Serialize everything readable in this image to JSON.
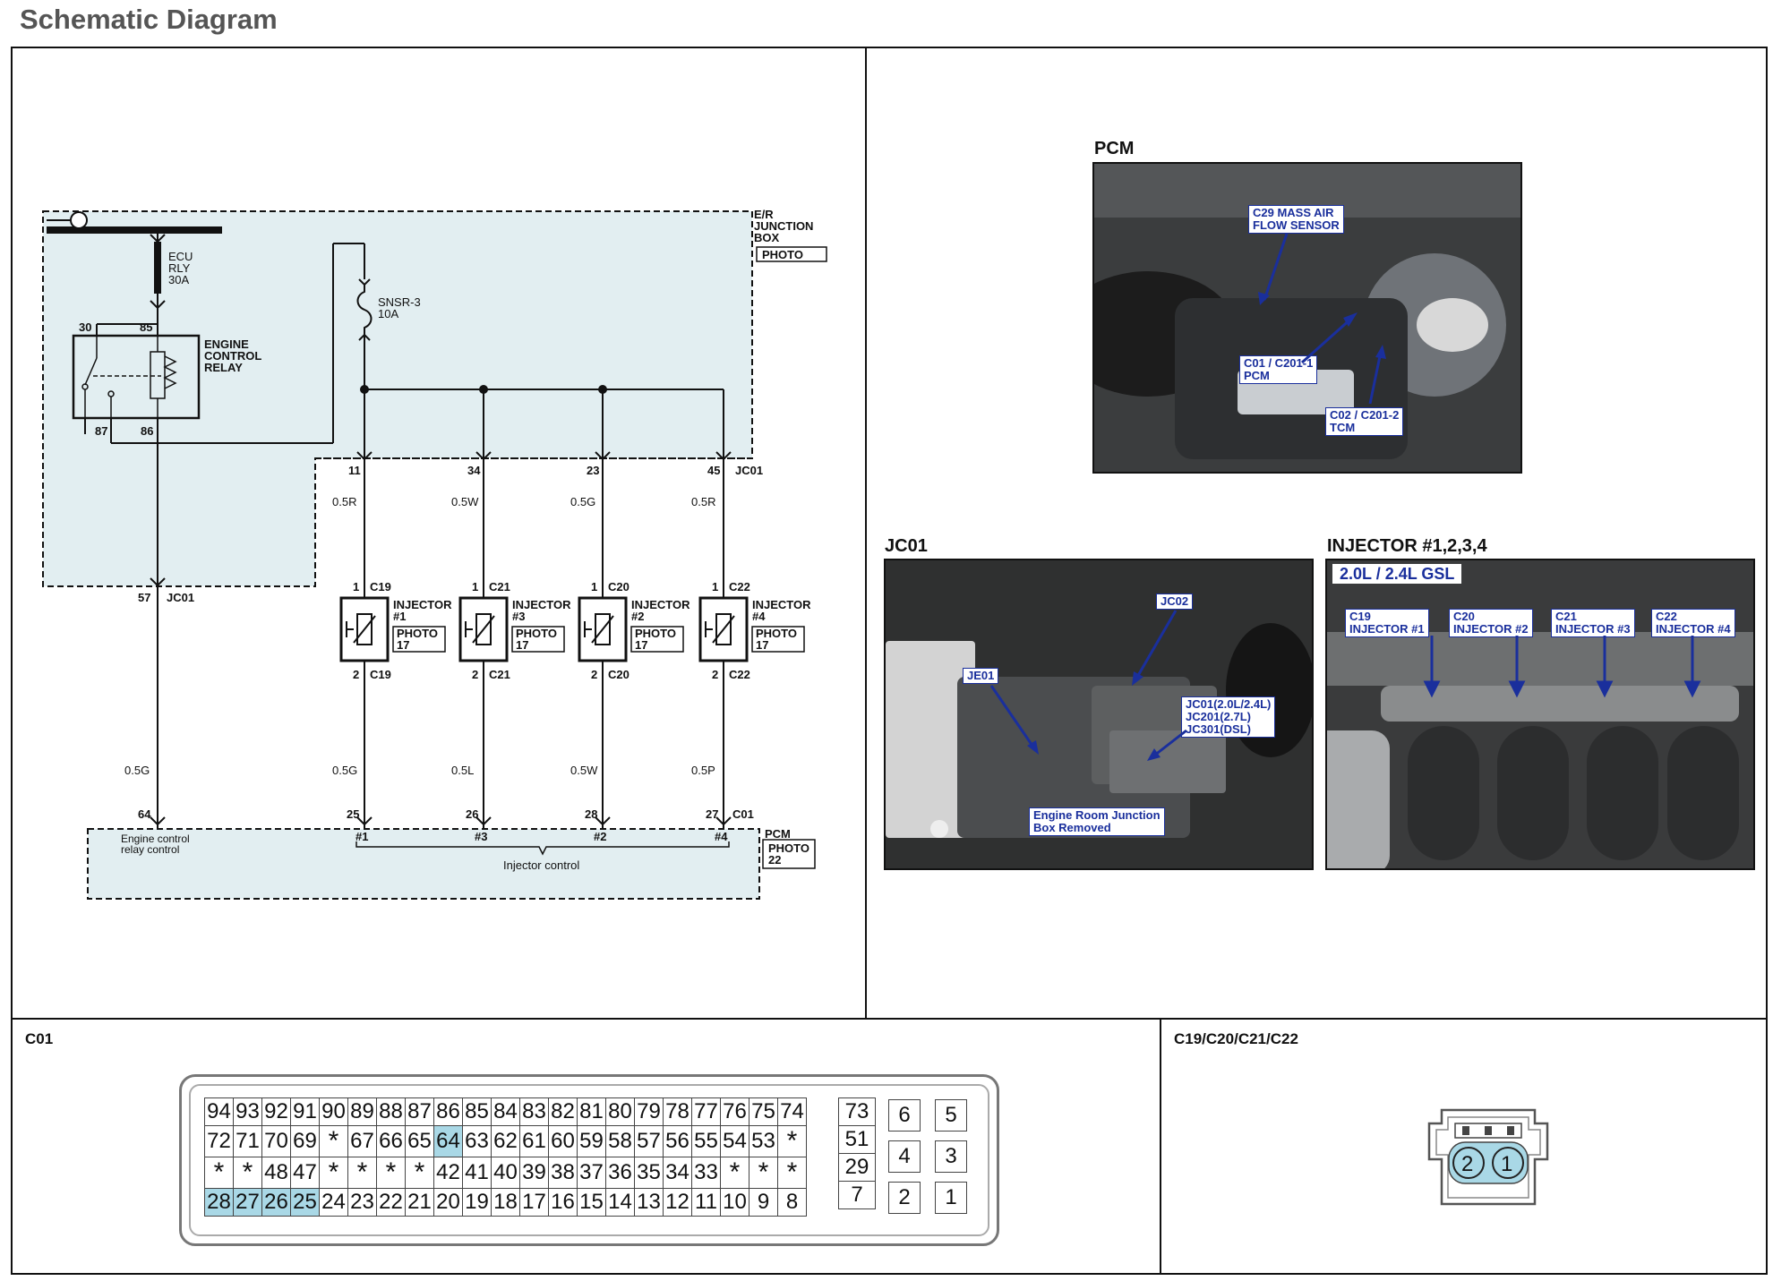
{
  "page_title": "Schematic Diagram",
  "schematic": {
    "er_junction_box": "E/R\nJUNCTION\nBOX",
    "photo": "PHOTO",
    "ecu_fuse": "ECU\nRLY\n30A",
    "snsr_fuse": "SNSR-3\n10A",
    "relay_label": "ENGINE\nCONTROL\nRELAY",
    "relay_pins": [
      "30",
      "85",
      "87",
      "86"
    ],
    "jc01_pins": [
      "11",
      "34",
      "23",
      "45"
    ],
    "jc01": "JC01",
    "jc01_57": "57",
    "wires_top": [
      "0.5R",
      "0.5W",
      "0.5G",
      "0.5R"
    ],
    "injectors": [
      {
        "conn": "C19",
        "label": "INJECTOR\n#1",
        "photo": "PHOTO\n17"
      },
      {
        "conn": "C21",
        "label": "INJECTOR\n#3",
        "photo": "PHOTO\n17"
      },
      {
        "conn": "C20",
        "label": "INJECTOR\n#2",
        "photo": "PHOTO\n17"
      },
      {
        "conn": "C22",
        "label": "INJECTOR\n#4",
        "photo": "PHOTO\n17"
      }
    ],
    "pin1": "1",
    "pin2": "2",
    "wires_bottom": [
      "0.5G",
      "0.5G",
      "0.5L",
      "0.5W",
      "0.5P"
    ],
    "pcm_pins": [
      "64",
      "25",
      "26",
      "28",
      "27"
    ],
    "c01": "C01",
    "pcm_channels": [
      "#1",
      "#3",
      "#2",
      "#4"
    ],
    "engine_control_relay_control": "Engine control\nrelay control",
    "injector_control": "Injector control",
    "pcm": "PCM",
    "pcm_photo": "PHOTO\n22"
  },
  "photos": {
    "pcm": {
      "title": "PCM",
      "callouts": [
        "C29 MASS AIR\nFLOW SENSOR",
        "C01 / C201-1\nPCM",
        "C02 / C201-2\nTCM"
      ]
    },
    "jc01": {
      "title": "JC01",
      "callouts": [
        "JC02",
        "JE01",
        "JC01(2.0L/2.4L)\nJC201(2.7L)\nJC301(DSL)",
        "Engine Room Junction\nBox Removed"
      ]
    },
    "injector": {
      "title": "INJECTOR #1,2,3,4",
      "banner": "2.0L / 2.4L GSL",
      "callouts": [
        "C19\nINJECTOR #1",
        "C20\nINJECTOR #2",
        "C21\nINJECTOR #3",
        "C22\nINJECTOR #4"
      ]
    }
  },
  "c01_connector": {
    "title": "C01",
    "rows": [
      [
        "94",
        "93",
        "92",
        "91",
        "90",
        "89",
        "88",
        "87",
        "86",
        "85",
        "84",
        "83",
        "82",
        "81",
        "80",
        "79",
        "78",
        "77",
        "76",
        "75",
        "74"
      ],
      [
        "72",
        "71",
        "70",
        "69",
        "*",
        "67",
        "66",
        "65",
        "64",
        "63",
        "62",
        "61",
        "60",
        "59",
        "58",
        "57",
        "56",
        "55",
        "54",
        "53",
        "*"
      ],
      [
        "*",
        "*",
        "48",
        "47",
        "*",
        "*",
        "*",
        "*",
        "42",
        "41",
        "40",
        "39",
        "38",
        "37",
        "36",
        "35",
        "34",
        "33",
        "*",
        "*",
        "*"
      ],
      [
        "28",
        "27",
        "26",
        "25",
        "24",
        "23",
        "22",
        "21",
        "20",
        "19",
        "18",
        "17",
        "16",
        "15",
        "14",
        "13",
        "12",
        "11",
        "10",
        "9",
        "8"
      ]
    ],
    "side_col": [
      "73",
      "51",
      "29",
      "7"
    ],
    "right_block": [
      [
        "6",
        "5"
      ],
      [
        "4",
        "3"
      ],
      [
        "2",
        "1"
      ]
    ],
    "highlight": [
      "64",
      "28",
      "27",
      "26",
      "25"
    ]
  },
  "inj_connector": {
    "title": "C19/C20/C21/C22",
    "pins": [
      "2",
      "1"
    ]
  },
  "colors": {
    "shade": "#e2eef1",
    "highlight": "#a9d8e6",
    "callout_blue": "#1a2f9c"
  }
}
